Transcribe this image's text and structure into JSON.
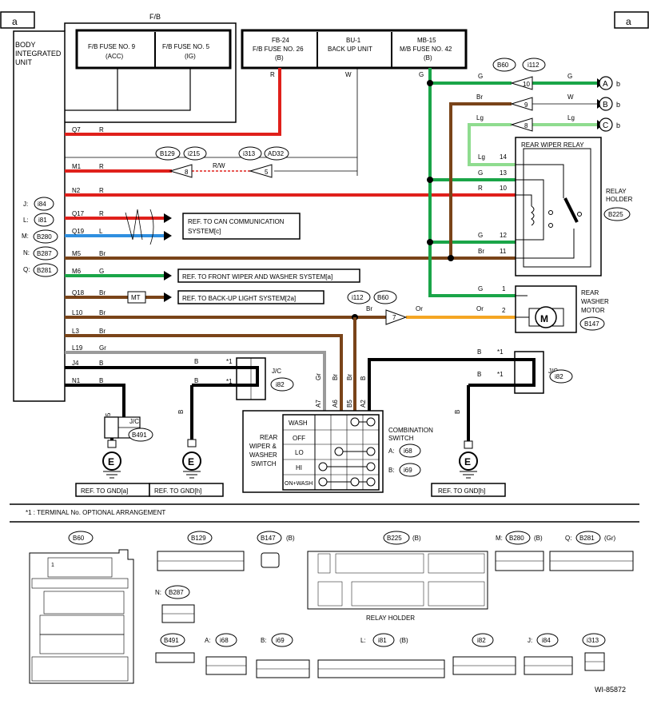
{
  "labels": {
    "page_ref_left": "a",
    "page_ref_right": "a",
    "fb": "F/B",
    "body_unit": [
      "BODY",
      "INTEGRATED",
      "UNIT"
    ],
    "fb_fuse9": [
      "F/B FUSE NO. 9",
      "(ACC)"
    ],
    "fb_fuse5": [
      "F/B FUSE NO. 5",
      "(IG)"
    ],
    "fb24": [
      "FB-24",
      "F/B FUSE NO. 26",
      "(B)"
    ],
    "bu1": [
      "BU-1",
      "BACK UP UNIT"
    ],
    "mb15": [
      "MB-15",
      "M/B FUSE NO. 42",
      "(B)"
    ],
    "rear_wiper_relay": "REAR WIPER RELAY",
    "relay_holder": [
      "RELAY",
      "HOLDER"
    ],
    "rear_washer_motor": [
      "REAR",
      "WASHER",
      "MOTOR"
    ],
    "motor_symbol": "M",
    "jc": "J/C",
    "rear_wiper_switch": [
      "REAR",
      "WIPER &",
      "WASHER",
      "SWITCH"
    ],
    "combination_switch": [
      "COMBINATION",
      "SWITCH"
    ],
    "combination_a": "A:",
    "combination_b": "B:",
    "switch_rows": [
      "WASH",
      "OFF",
      "LO",
      "HI",
      "ON+WASH"
    ],
    "mt": "MT",
    "ground_symbol": "E",
    "ref_can": [
      "REF. TO CAN COMMUNICATION",
      "SYSTEM[c]"
    ],
    "ref_front_wiper": "REF. TO FRONT WIPER AND WASHER SYSTEM[a]",
    "ref_backup": "REF. TO BACK-UP LIGHT SYSTEM[2a]",
    "ref_gnd_a": "REF. TO GND[a]",
    "ref_gnd_h1": "REF. TO GND[h]",
    "ref_gnd_h2": "REF. TO GND[h]",
    "footnote": "*1 : TERMINAL No. OPTIONAL ARRANGEMENT",
    "relay_holder_caption": "RELAY HOLDER",
    "doc_id": "WI-85872",
    "star1": "*1"
  },
  "connector_refs": {
    "J": "i84",
    "L": "i81",
    "M": "B280",
    "N": "B287",
    "Q": "B281",
    "relay_holder": "B225",
    "washer_motor": "B147",
    "jc_left": "B491",
    "jc_right": "i82",
    "combination_a": "i68",
    "combination_b": "i69",
    "top_pair": [
      "B60",
      "i112"
    ],
    "m1_pair": [
      "B129",
      "i215"
    ],
    "m1_pair2": [
      "i313",
      "AD32"
    ],
    "l10_pair": [
      "i112",
      "B60"
    ]
  },
  "body_pins": [
    {
      "pin": "Q7",
      "color": "R"
    },
    {
      "pin": "M1",
      "color": "R"
    },
    {
      "pin": "N2",
      "color": "R"
    },
    {
      "pin": "Q17",
      "color": "R"
    },
    {
      "pin": "Q19",
      "color": "L"
    },
    {
      "pin": "M5",
      "color": "Br"
    },
    {
      "pin": "M6",
      "color": "G"
    },
    {
      "pin": "Q18",
      "color": "Br"
    },
    {
      "pin": "L10",
      "color": "Br"
    },
    {
      "pin": "L3",
      "color": "Br"
    },
    {
      "pin": "L19",
      "color": "Gr"
    },
    {
      "pin": "J4",
      "color": "B"
    },
    {
      "pin": "N1",
      "color": "B"
    }
  ],
  "connector_letters": [
    "J:",
    "L:",
    "M:",
    "N:",
    "Q:"
  ],
  "wire_labels": {
    "r": "R",
    "w": "W",
    "g": "G",
    "br": "Br",
    "lg": "Lg",
    "rw": "R/W",
    "or": "Or",
    "b": "B",
    "gr": "Gr",
    "num5": "5",
    "relay_pins": [
      "14",
      "13",
      "10",
      "12",
      "11"
    ],
    "motor_pins": [
      "1",
      "2"
    ],
    "conn_pins_top": [
      "10",
      "9",
      "8"
    ],
    "m1_pins": [
      "8",
      "5"
    ],
    "l10_pin": "7",
    "switch_pins": [
      "A7",
      "A6",
      "B5",
      "A2"
    ],
    "arrows": [
      "A",
      "B",
      "C"
    ],
    "arrow_suffix": "b"
  },
  "bottom_connectors": [
    {
      "id": "B60",
      "prefix": "",
      "suffix": ""
    },
    {
      "id": "B129",
      "prefix": "",
      "suffix": ""
    },
    {
      "id": "B147",
      "prefix": "",
      "suffix": "(B)"
    },
    {
      "id": "B225",
      "prefix": "",
      "suffix": "(B)"
    },
    {
      "id": "B280",
      "prefix": "M:",
      "suffix": "(B)"
    },
    {
      "id": "B281",
      "prefix": "Q:",
      "suffix": "(Gr)"
    },
    {
      "id": "B287",
      "prefix": "N:",
      "suffix": ""
    },
    {
      "id": "B491",
      "prefix": "",
      "suffix": ""
    },
    {
      "id": "i68",
      "prefix": "A:",
      "suffix": ""
    },
    {
      "id": "i69",
      "prefix": "B:",
      "suffix": ""
    },
    {
      "id": "i81",
      "prefix": "L:",
      "suffix": "(B)"
    },
    {
      "id": "i82",
      "prefix": "",
      "suffix": ""
    },
    {
      "id": "i84",
      "prefix": "J:",
      "suffix": ""
    },
    {
      "id": "i313",
      "prefix": "",
      "suffix": ""
    }
  ],
  "colors": {
    "red": "#e0201b",
    "green": "#1aa548",
    "lightgreen": "#8fdc8f",
    "brown": "#7a4419",
    "blue": "#2f8fe0",
    "orange": "#f5a623",
    "black": "#000000",
    "gray": "#9a9a9a",
    "white": "#ffffff"
  }
}
